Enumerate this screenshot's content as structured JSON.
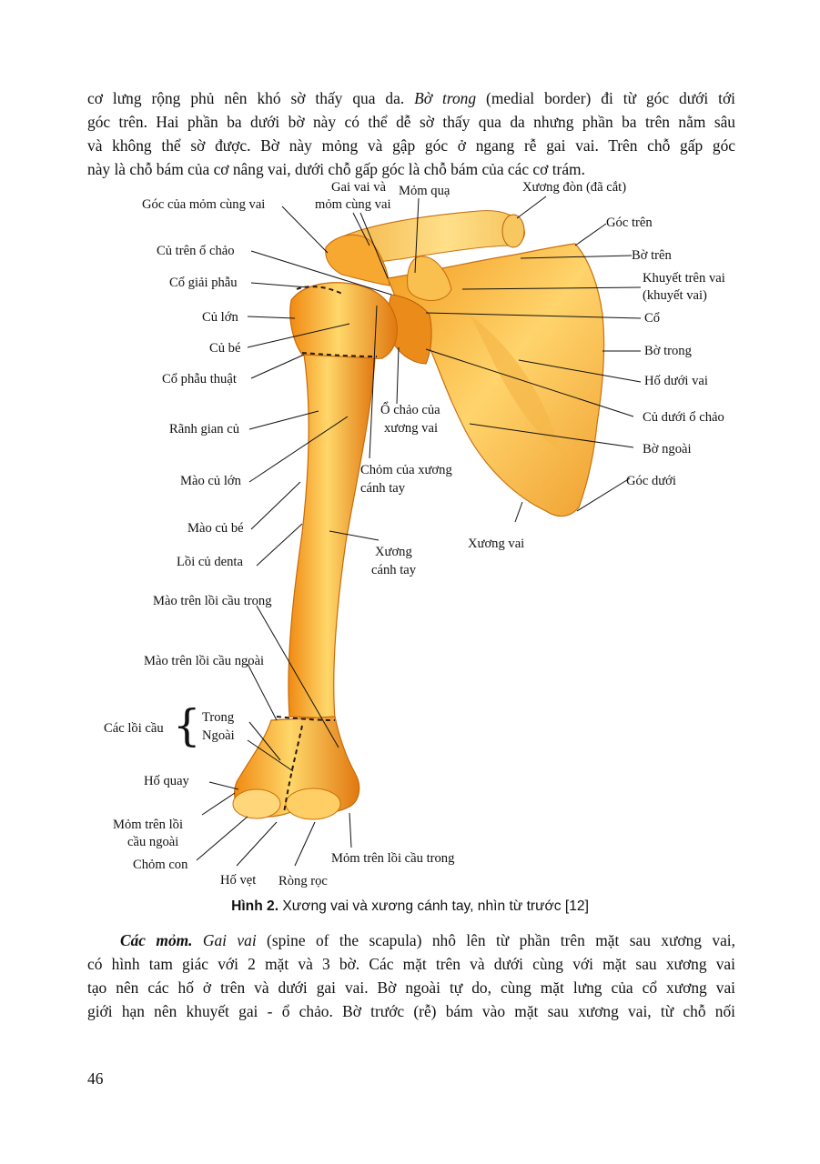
{
  "text_top": {
    "line1_a": "cơ lưng rộng phủ nên khó sờ thấy qua da. ",
    "line1_em": "Bờ trong",
    "line1_b": " (medial border) đi từ góc dưới tới",
    "line2": "góc trên. Hai phần ba dưới bờ này có thể dễ sờ thấy qua da nhưng phần ba trên nằm sâu",
    "line3": "và không thể sờ được. Bờ này mỏng và gập góc ở ngang rễ gai vai. Trên chỗ gấp góc",
    "line4": "này là chỗ bám của cơ nâng vai, dưới chỗ gấp góc là chỗ bám của các cơ trám."
  },
  "figure": {
    "labels": {
      "goc_mom_cung_vai": "Góc của mỏm cùng vai",
      "gai_vai_1": "Gai vai và",
      "gai_vai_2": "mỏm cùng vai",
      "mom_qua": "Mỏm quạ",
      "xuong_don": "Xương đòn (đã cắt)",
      "goc_tren": "Góc trên",
      "bo_tren": "Bờ trên",
      "cu_tren_o_chao": "Củ trên ổ chảo",
      "co_giai_phau": "Cổ giải phẫu",
      "khuyet_1": "Khuyết trên vai",
      "khuyet_2": "(khuyết vai)",
      "cu_lon": "Củ lớn",
      "co": "Cổ",
      "cu_be": "Củ bé",
      "bo_trong": "Bờ trong",
      "co_phau_thuat": "Cổ phẫu thuật",
      "ho_duoi_vai": "Hố dưới vai",
      "o_chao_1": "Ổ chảo của",
      "o_chao_2": "xương vai",
      "cu_duoi_o_chao": "Củ dưới ổ chảo",
      "ranh_gian_cu": "Rãnh gian củ",
      "bo_ngoai": "Bờ ngoài",
      "chom_1": "Chỏm của xương",
      "chom_2": "cánh tay",
      "mao_cu_lon": "Mào củ lớn",
      "goc_duoi": "Góc dưới",
      "mao_cu_be": "Mào củ bé",
      "xuong_vai": "Xương vai",
      "loi_cu_denta": "Lồi củ denta",
      "xct_1": "Xương",
      "xct_2": "cánh tay",
      "mao_tren_loi_cau_trong": "Mào trên lồi cầu trong",
      "mao_tren_loi_cau_ngoai": "Mào trên lồi cầu ngoài",
      "cac_loi_cau": "Các lồi cầu",
      "trong": "Trong",
      "ngoai": "Ngoài",
      "ho_quay": "Hố quay",
      "mom_tren_ngoai_1": "Mỏm trên lồi",
      "mom_tren_ngoai_2": "cầu ngoài",
      "chom_con": "Chỏm con",
      "mom_tren_trong": "Mỏm trên lồi cầu trong",
      "ho_vet": "Hố vẹt",
      "rong_roc": "Ròng rọc"
    }
  },
  "caption": {
    "prefix": "Hình 2.",
    "text": " Xương vai và xương cánh tay, nhìn từ trước [12]"
  },
  "text_bottom": {
    "line1_strong": "Các mỏm.",
    "line1_sp": " ",
    "line1_em": "Gai vai",
    "line1_b": " (spine of the scapula) nhô lên từ phần trên mặt sau xương vai,",
    "line2": "có hình tam giác với 2 mặt và 3 bờ. Các mặt trên và dưới cùng với mặt sau xương vai",
    "line3": "tạo nên các hố ở trên và dưới gai vai. Bờ ngoài tự do, cùng mặt lưng của cổ xương vai",
    "line4": "giới hạn nên khuyết gai - ổ chảo. Bờ trước (rễ) bám vào mặt sau xương vai, từ chỗ nối"
  },
  "page_number": "46",
  "colors": {
    "bone_light": "#ffe07a",
    "bone_mid": "#f6a51e",
    "bone_dark": "#d86a08",
    "ink": "#111111"
  }
}
